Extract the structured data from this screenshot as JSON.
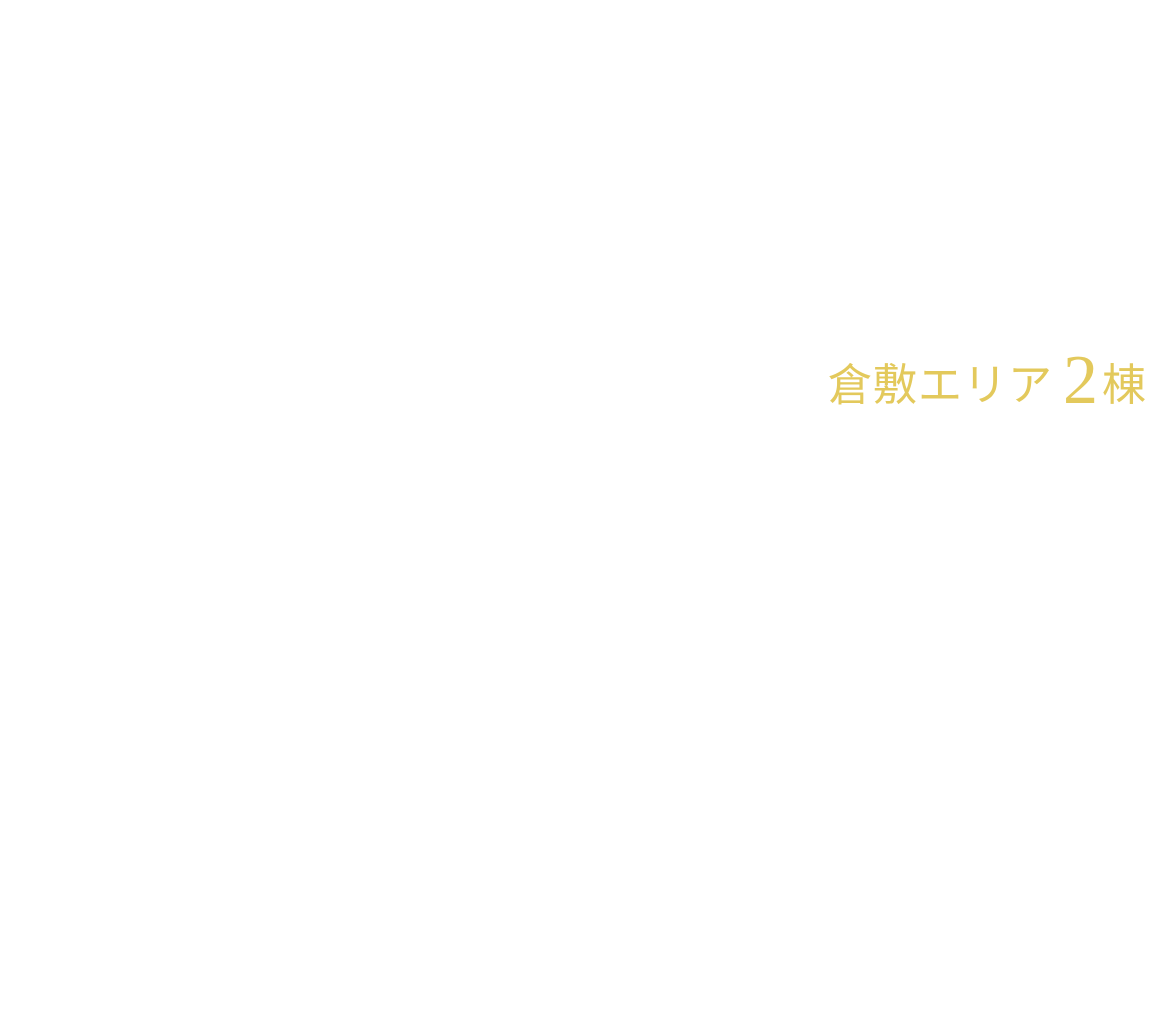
{
  "label": {
    "area_name": "倉敷エリア",
    "count": "2",
    "unit": "棟"
  },
  "colors": {
    "background": "#ffffff",
    "accent_gold": "#e3c95c"
  }
}
